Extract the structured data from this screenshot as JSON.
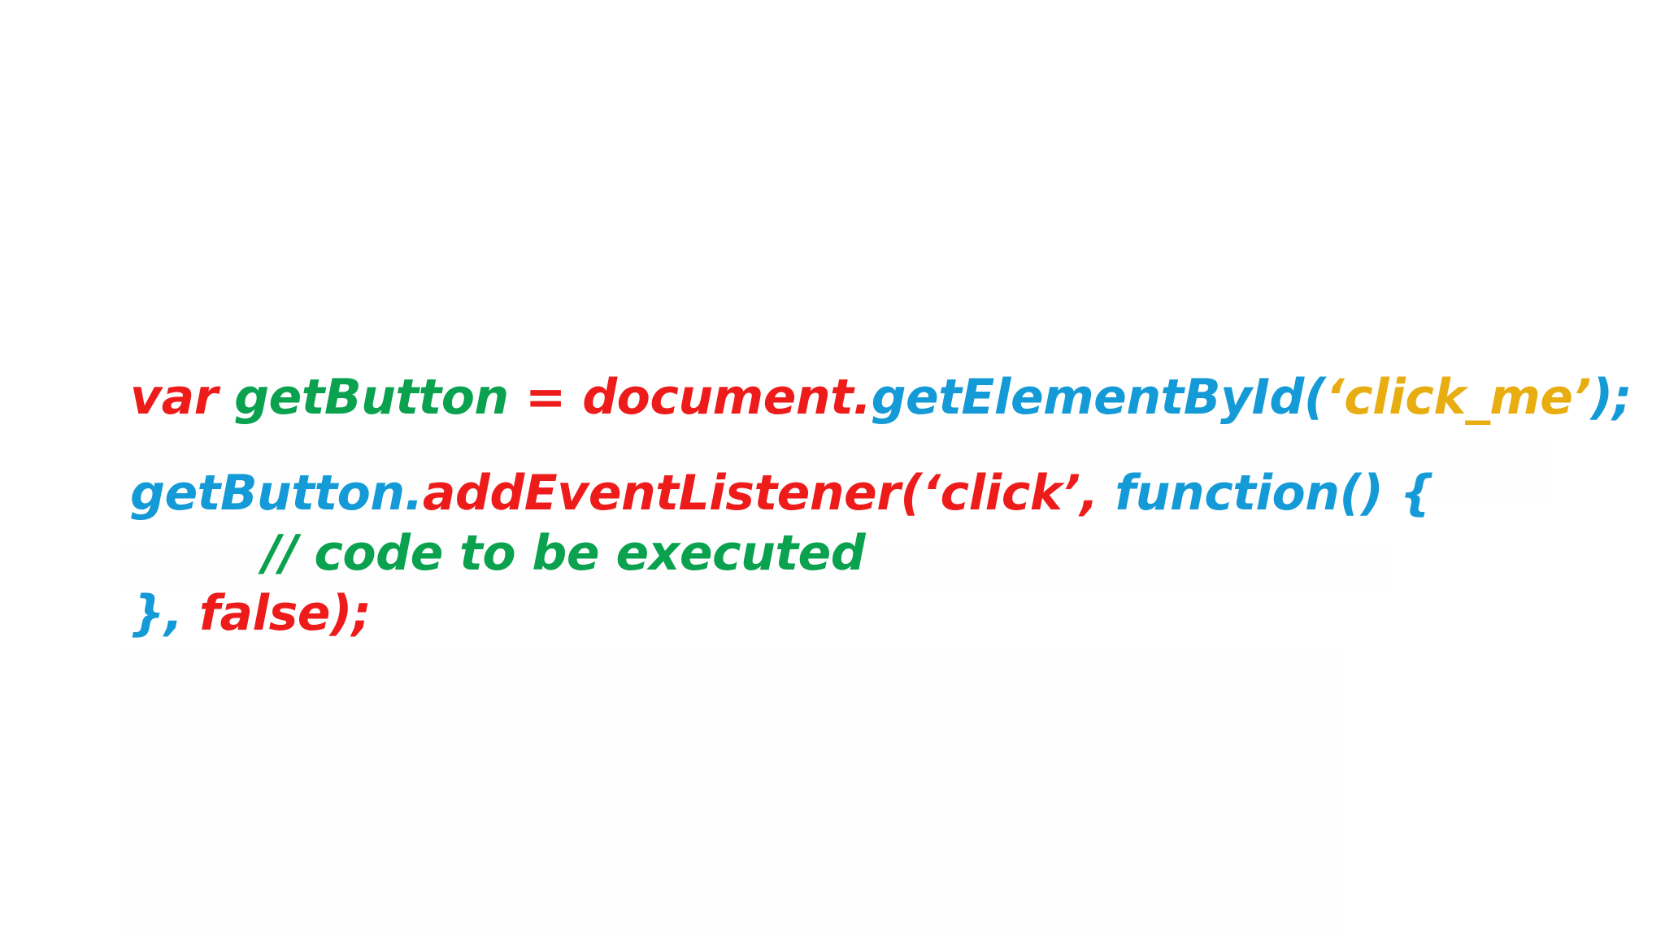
{
  "slide": {
    "background_color": "#ffffff",
    "kind": "code-snippet-slide",
    "language": "javascript"
  },
  "palette": {
    "red": "#ee1b1b",
    "green": "#0aa14f",
    "blue": "#149ad6",
    "yellow": "#e8ad10",
    "background": "#ffffff"
  },
  "code": {
    "full_text": "var getButton = document.getElementById('click_me');\n\ngetButton.addEventListener('click', function() {\n        // code to be executed\n}, false);",
    "lines": [
      {
        "id": "line-1",
        "indent": 0,
        "tokens": [
          {
            "text": "var ",
            "color": "red"
          },
          {
            "text": "getButton ",
            "color": "green"
          },
          {
            "text": "= document.",
            "color": "red"
          },
          {
            "text": "getElementById(",
            "color": "blue"
          },
          {
            "text": "‘click_me’",
            "color": "yellow"
          },
          {
            "text": ");",
            "color": "blue"
          }
        ]
      },
      {
        "id": "line-2",
        "indent": 0,
        "tokens": [
          {
            "text": "getButton.",
            "color": "blue"
          },
          {
            "text": "addEventListener(‘click’, ",
            "color": "red"
          },
          {
            "text": "function() {",
            "color": "blue"
          }
        ]
      },
      {
        "id": "line-3",
        "indent": 1,
        "tokens": [
          {
            "text": "        // code to be executed",
            "color": "green"
          }
        ]
      },
      {
        "id": "line-4",
        "indent": 0,
        "tokens": [
          {
            "text": "}, ",
            "color": "blue"
          },
          {
            "text": "false);",
            "color": "red"
          }
        ]
      }
    ]
  }
}
